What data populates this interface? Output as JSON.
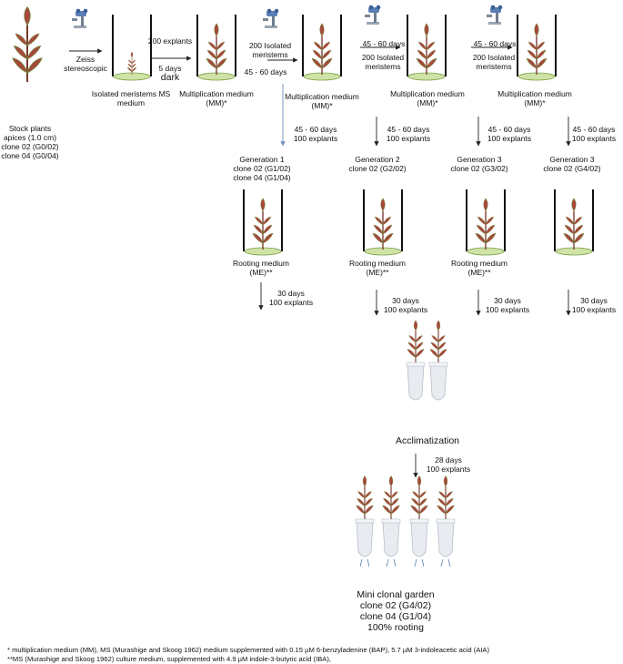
{
  "labels": {
    "stock_plants": "Stock plants\napices (1.0 cm)\nclone 02 (G0/02)\nclone 04 (G0/04)",
    "zeiss": "Zeiss\nstereoscopic",
    "isolated_ms": "Isolated meristems MS\nmedium",
    "explants_200": "200 explants",
    "five_days": "5 days",
    "dark": "dark",
    "mm1": "Multiplication medium\n(MM)*",
    "iso_200_a": "200 Isolated\nmeristems",
    "days_45_60_a": "45 - 60 days",
    "mm2": "Multiplication medium\n(MM)*",
    "days_45_60_b": "45 - 60 days",
    "iso_200_b": "200 Isolated\nmeristems",
    "mm3": "Multiplication medium\n(MM)*",
    "days_45_60_c": "45 - 60 days",
    "iso_200_c": "200 Isolated\nmeristems",
    "mm4": "Multiplication medium\n(MM)*",
    "down_a": "45 - 60 days\n100 explants",
    "down_b": "45 - 60 days\n100 explants",
    "down_c": "45 - 60 days\n100 explants",
    "down_d": "45 - 60 days\n100 explants",
    "gen1": "Generation 1\nclone 02 (G1/02)\nclone 04 (G1/04)",
    "gen2": "Generation 2\nclone 02 (G2/02)",
    "gen3a": "Generation 3\nclone 02 (G3/02)",
    "gen3b": "Generation 3\nclone 02 (G4/02)",
    "me1": "Rooting medium\n(ME)**",
    "me2": "Rooting medium\n(ME)**",
    "me3": "Rooting medium\n(ME)**",
    "d30_a": "30 days\n100 explants",
    "d30_b": "30 days\n100 explants",
    "d30_c": "30 days\n100 explants",
    "d30_d": "30 days\n100 explants",
    "acclim": "Acclimatization",
    "d28": "28 days\n100 explants",
    "garden": "Mini clonal garden\nclone 02 (G4/02)\nclone 04 (G1/04)\n100% rooting"
  },
  "notes": {
    "note1": "* multiplication medium (MM), MS (Murashige and Skoog 1962) medium supplemented with 0.15 µM 6-benzyladenine (BAP), 5.7 µM 3-indoleacetic acid (AIA)",
    "note2": "**MS (Murashige and Skoog 1962) culture medium, supplemented with 4.9 µM indole-3-butyric acid (IBA),"
  },
  "colors": {
    "leaf": "#a8483c",
    "leaf_edge": "#6b8a3a",
    "stem": "#7a3a2e",
    "medium": "#cfe3a6",
    "medium_edge": "#7fa04a",
    "tube": "#e8ecf0",
    "microscope": "#5a7fb5"
  }
}
